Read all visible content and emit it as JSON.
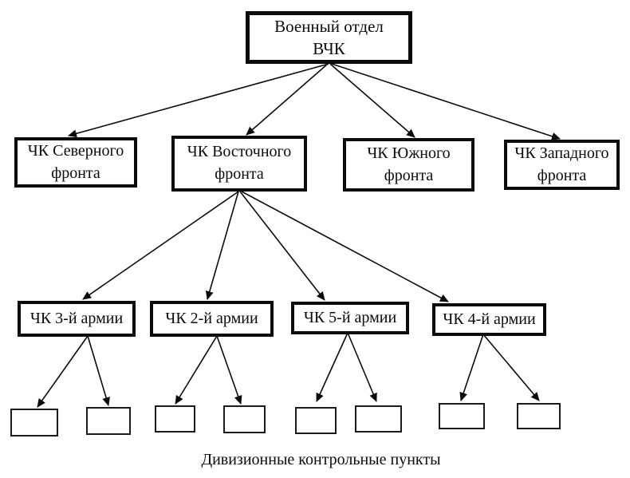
{
  "chart": {
    "root": {
      "line1": "Военный отдел",
      "line2": "ВЧК"
    },
    "fronts": [
      {
        "id": "northern",
        "line1": "ЧК Северного",
        "line2": "фронта"
      },
      {
        "id": "eastern",
        "line1": "ЧК Восточного",
        "line2": "фронта"
      },
      {
        "id": "southern",
        "line1": "ЧК Южного",
        "line2": "фронта"
      },
      {
        "id": "western",
        "line1": "ЧК Западного",
        "line2": "фронта"
      }
    ],
    "armies": [
      {
        "id": "army-3",
        "label": "ЧК 3-й армии"
      },
      {
        "id": "army-2",
        "label": "ЧК 2-й армии"
      },
      {
        "id": "army-5",
        "label": "ЧК 5-й армии"
      },
      {
        "id": "army-4",
        "label": "ЧК 4-й армии"
      }
    ],
    "control_points": {
      "count": 8,
      "caption": "Дивизионные контрольные пункты"
    },
    "edges": [
      {
        "from": "root",
        "to": "northern"
      },
      {
        "from": "root",
        "to": "eastern"
      },
      {
        "from": "root",
        "to": "southern"
      },
      {
        "from": "root",
        "to": "western"
      },
      {
        "from": "eastern",
        "to": "army-3"
      },
      {
        "from": "eastern",
        "to": "army-2"
      },
      {
        "from": "eastern",
        "to": "army-5"
      },
      {
        "from": "eastern",
        "to": "army-4"
      },
      {
        "from": "army-3",
        "to": "control-point-1"
      },
      {
        "from": "army-3",
        "to": "control-point-2"
      },
      {
        "from": "army-2",
        "to": "control-point-3"
      },
      {
        "from": "army-2",
        "to": "control-point-4"
      },
      {
        "from": "army-5",
        "to": "control-point-5"
      },
      {
        "from": "army-5",
        "to": "control-point-6"
      },
      {
        "from": "army-4",
        "to": "control-point-7"
      },
      {
        "from": "army-4",
        "to": "control-point-8"
      }
    ],
    "colors": {
      "line": "#0b0b0b",
      "box_border": "#0b0b0b",
      "box_bg": "#ffffff",
      "text": "#0b0b0b",
      "background": "#ffffff"
    }
  }
}
